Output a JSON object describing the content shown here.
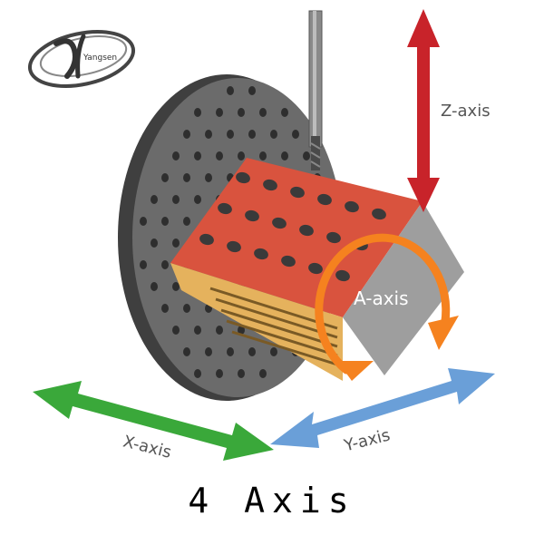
{
  "diagram": {
    "logo_text": "Yangsen",
    "caption": "4 Axis",
    "labels": {
      "z_axis": "Z-axis",
      "a_axis": "A-axis",
      "x_axis": "X-axis",
      "y_axis": "Y-axis"
    },
    "colors": {
      "z_arrow": "#c8232a",
      "a_arrow": "#f5821f",
      "x_arrow": "#3aa83a",
      "y_arrow": "#6a9fd8",
      "plate": "#6b6b6b",
      "block_red": "#d9533e",
      "block_tan": "#e5b25d",
      "block_gray": "#9a9a9a"
    }
  }
}
